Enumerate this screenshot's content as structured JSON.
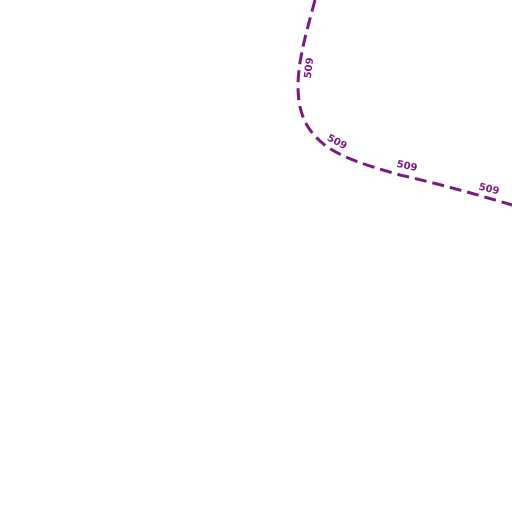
{
  "map": {
    "background_color": "#ffffff",
    "route": {
      "ref": "509",
      "color": "#7a1a7f",
      "style": "dashed"
    },
    "labels": [
      {
        "text": "509"
      },
      {
        "text": "509"
      },
      {
        "text": "509"
      },
      {
        "text": "509"
      }
    ]
  }
}
